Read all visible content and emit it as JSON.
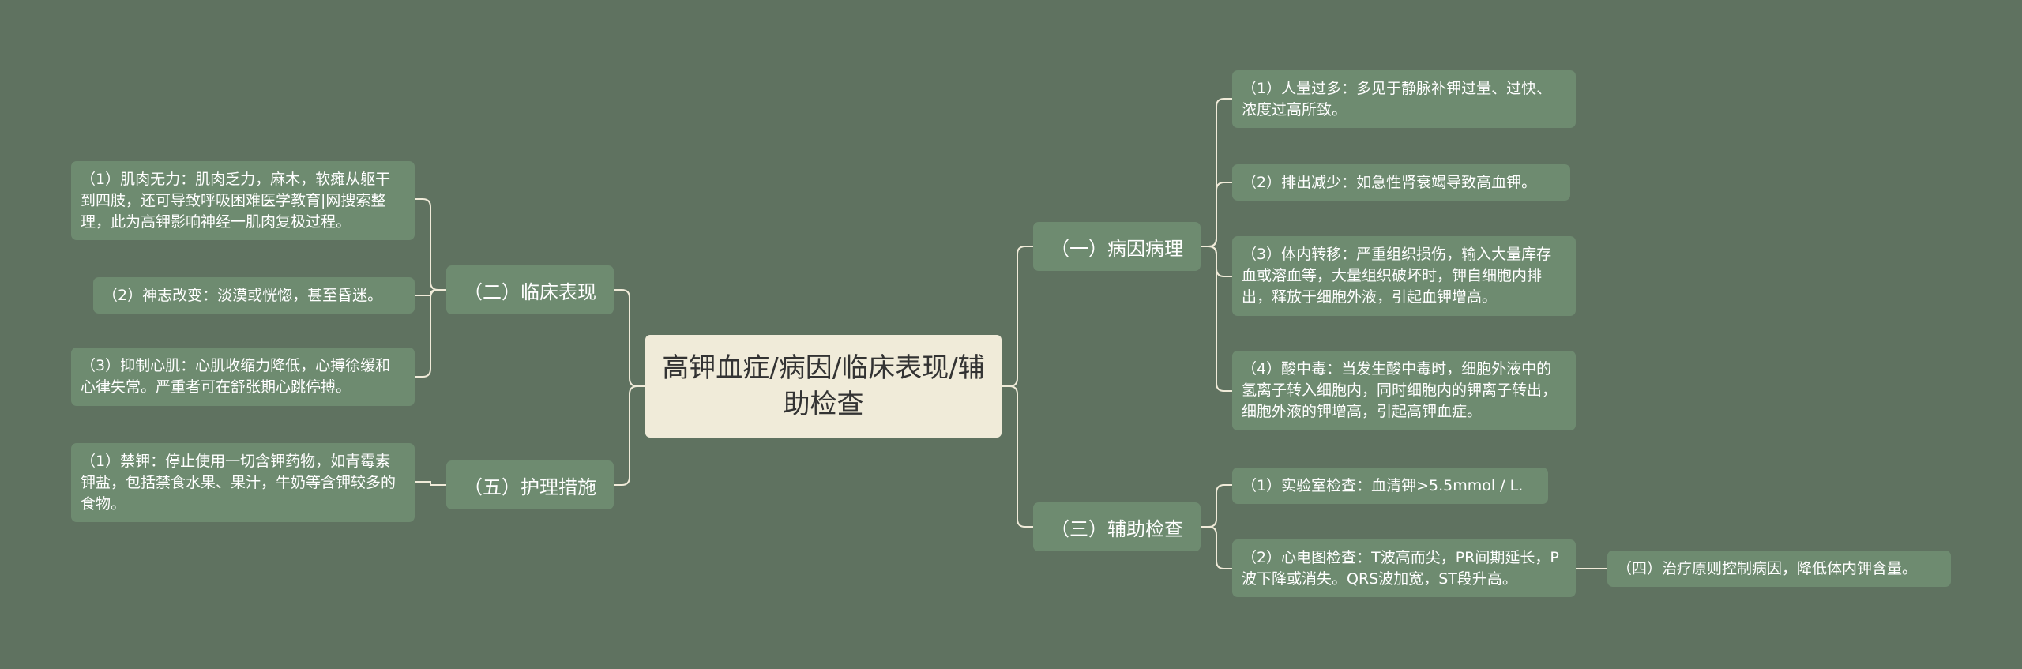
{
  "root": {
    "title": "高钾血症/病因/临床表现/辅助检查"
  },
  "branches": {
    "cause": {
      "label": "（一）病因病理",
      "items": [
        "（1）人量过多：多见于静脉补钾过量、过快、浓度过高所致。",
        "（2）排出减少：如急性肾衰竭导致高血钾。",
        "（3）体内转移：严重组织损伤，输入大量库存血或溶血等，大量组织破坏时，钾自细胞内排出，释放于细胞外液，引起血钾增高。",
        "（4）酸中毒：当发生酸中毒时，细胞外液中的氢离子转入细胞内，同时细胞内的钾离子转出，细胞外液的钾增高，引起高钾血症。"
      ]
    },
    "exam": {
      "label": "（三）辅助检查",
      "items": [
        "（1）实验室检查：血清钾>5.5mmol / L.",
        "（2）心电图检查：T波高而尖，PR间期延长，P波下降或消失。QRS波加宽，ST段升高。"
      ],
      "sub_item": "（四）治疗原则控制病因，降低体内钾含量。"
    },
    "clinical": {
      "label": "（二）临床表现",
      "items": [
        "（1）肌肉无力：肌肉乏力，麻木，软瘫从躯干到四肢，还可导致呼吸困难医学教育|网搜索整理，此为高钾影响神经一肌肉复极过程。",
        "（2）神志改变：淡漠或恍惚，甚至昏迷。",
        "（3）抑制心肌：心肌收缩力降低，心搏徐缓和心律失常。严重者可在舒张期心跳停搏。"
      ]
    },
    "care": {
      "label": "（五）护理措施",
      "items": [
        "（1）禁钾：停止使用一切含钾药物，如青霉素钾盐，包括禁食水果、果汁，牛奶等含钾较多的食物。"
      ]
    }
  },
  "colors": {
    "background": "#5f7260",
    "node": "#6e8b70",
    "root": "#f0ebd9",
    "line": "#f0ebd9"
  }
}
